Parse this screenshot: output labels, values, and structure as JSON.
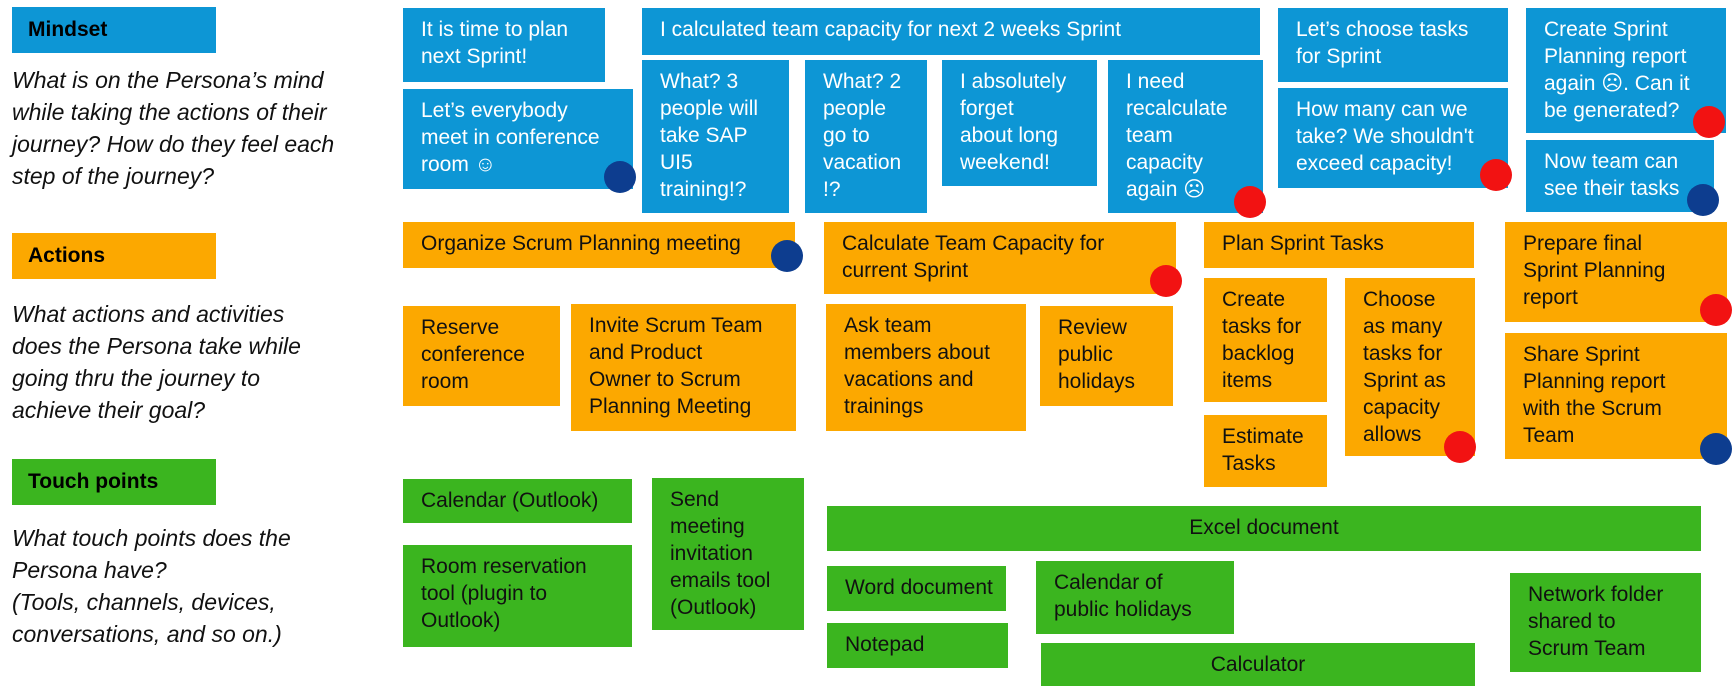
{
  "rows": {
    "mindset": {
      "label": "Mindset",
      "question": "What is on the Persona’s mind\nwhile taking the actions of their\njourney? How do they feel each\nstep of the journey?"
    },
    "actions": {
      "label": "Actions",
      "question": "What actions and activities\ndoes the Persona take while\ngoing thru the journey to\nachieve their goal?"
    },
    "touchpoints": {
      "label": "Touch points",
      "question": "What touch points does the\nPersona have?\n(Tools, channels, devices,\nconversations, and so on.)"
    }
  },
  "mindset_notes": {
    "plan_next": "It is time to plan\nnext Sprint!",
    "meet_room": "Let’s everybody\nmeet in conference\nroom ☺",
    "calculated_capacity": "I calculated team capacity for next 2 weeks Sprint",
    "sap_training": "What? 3\npeople will\ntake SAP\nUI5\ntraining!?",
    "vacation": "What? 2\npeople\ngo to\nvacation\n!?",
    "long_weekend": "I absolutely\nforget\nabout long\nweekend!",
    "recalculate": "I need\nrecalculate\nteam\ncapacity\nagain ☹",
    "choose_tasks": "Let’s choose tasks\nfor Sprint",
    "how_many": "How many can we\ntake? We shouldn't\nexceed capacity!",
    "report_again": "Create Sprint\nPlanning report\nagain ☹. Can it\nbe generated?",
    "see_tasks": "Now team can\nsee their tasks"
  },
  "action_notes": {
    "organize": "Organize Scrum Planning meeting",
    "reserve": "Reserve\nconference\nroom",
    "invite": "Invite Scrum Team\nand Product\nOwner to Scrum\nPlanning Meeting",
    "calculate": "Calculate Team Capacity for\ncurrent Sprint",
    "ask_team": "Ask team\nmembers about\nvacations and\ntrainings",
    "review": "Review\npublic\nholidays",
    "plan_tasks": "Plan Sprint Tasks",
    "create_tasks": "Create\ntasks for\nbacklog\nitems",
    "choose_many": "Choose\nas many\ntasks for\nSprint as\ncapacity\nallows",
    "estimate": "Estimate\nTasks",
    "prepare_report": "Prepare final\nSprint Planning\nreport",
    "share_report": "Share Sprint\nPlanning report\nwith the Scrum\nTeam"
  },
  "touchpoint_notes": {
    "calendar_outlook": "Calendar (Outlook)",
    "room_tool": "Room reservation\ntool (plugin to\nOutlook)",
    "send_invitations": "Send\nmeeting\ninvitation\nemails tool\n(Outlook)",
    "excel": "Excel document",
    "word": "Word document",
    "public_calendar": "Calendar of\npublic holidays",
    "notepad": "Notepad",
    "calculator": "Calculator",
    "network_folder": "Network folder\nshared to\nScrum Team"
  },
  "colors": {
    "mindset": "#0D96D5",
    "actions": "#FCA800",
    "touchpoints": "#3BB51F",
    "pain_dot": "#F21212",
    "positive_dot": "#0D3D8F"
  }
}
